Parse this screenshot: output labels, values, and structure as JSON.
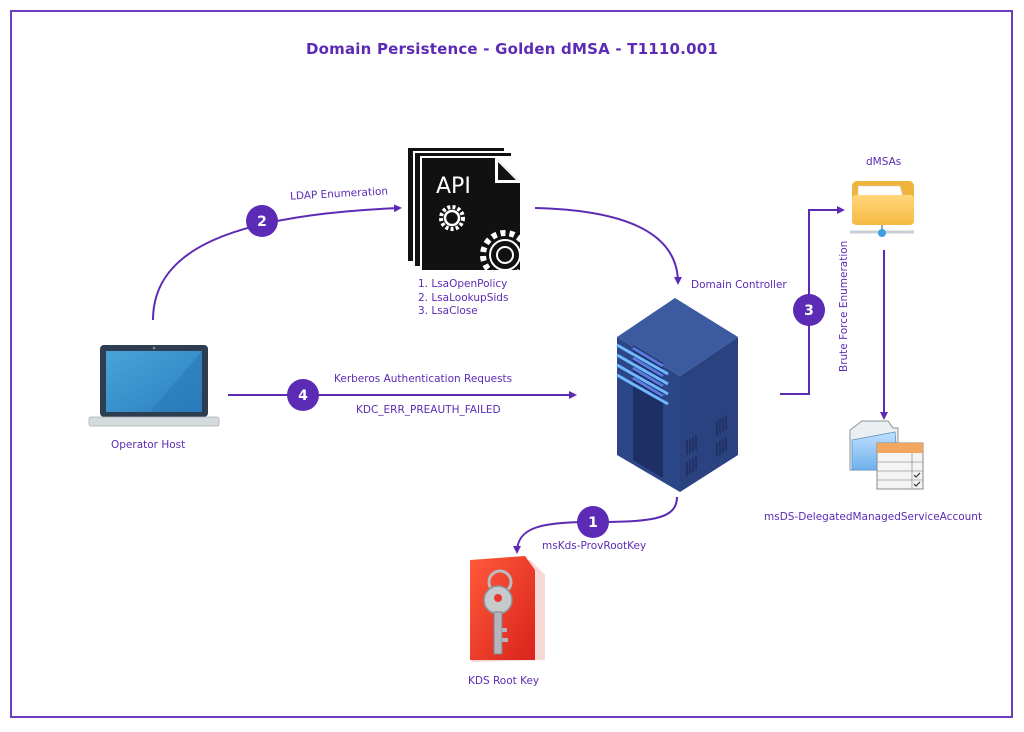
{
  "title": "Domain Persistence - Golden dMSA - T1110.001",
  "colors": {
    "accent": "#5b2bb5",
    "frame": "#6b3fc0",
    "badge": "#5b2bb5",
    "server": "#2f4a8a",
    "kds_folder": "#e8392a"
  },
  "nodes": {
    "operator_host": {
      "label": "Operator Host",
      "icon": "laptop-icon"
    },
    "api": {
      "label": "API",
      "icon": "api-document-icon",
      "calls": [
        "1. LsaOpenPolicy",
        "2. LsaLookupSids",
        "3. LsaClose"
      ]
    },
    "domain_controller": {
      "label": "Domain Controller",
      "icon": "server-icon"
    },
    "dmsas": {
      "label": "dMSAs",
      "icon": "network-folder-icon"
    },
    "msds_account": {
      "label": "msDS-DelegatedManagedServiceAccount",
      "icon": "folder-table-icon"
    },
    "kds_root_key": {
      "label": "KDS Root Key",
      "icon": "key-folder-icon"
    }
  },
  "steps": [
    {
      "number": "1",
      "label": "msKds-ProvRootKey"
    },
    {
      "number": "2",
      "label": "LDAP Enumeration"
    },
    {
      "number": "3",
      "label": "Brute Force Enumeration"
    },
    {
      "number": "4",
      "label": "Kerberos Authentication Requests",
      "sublabel": "KDC_ERR_PREAUTH_FAILED"
    }
  ]
}
